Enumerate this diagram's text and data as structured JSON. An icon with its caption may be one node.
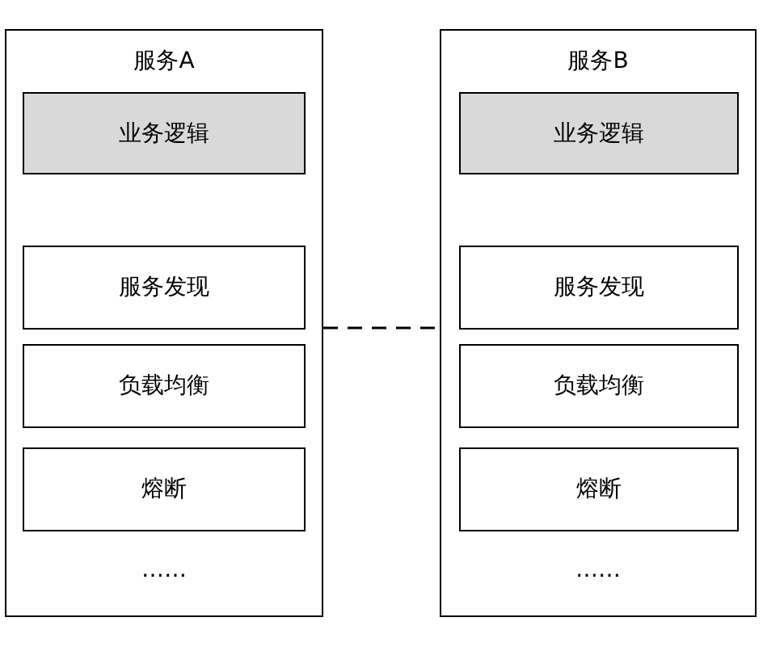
{
  "diagram": {
    "nodes": [
      {
        "text": [
          "服务A",
          "……"
        ]
      },
      {
        "text": [
          "业务逻辑"
        ],
        "in": 0
      },
      {
        "text": [
          "服务发现"
        ],
        "in": 0
      },
      {
        "text": [
          "负载均衡"
        ],
        "in": 0
      },
      {
        "text": [
          "熔断"
        ],
        "in": 0
      },
      {
        "text": [
          "服务B",
          "……"
        ]
      },
      {
        "text": [
          "业务逻辑"
        ],
        "in": 5
      },
      {
        "text": [
          "服务发现"
        ],
        "in": 5
      },
      {
        "text": [
          "负载均衡"
        ],
        "in": 5
      },
      {
        "text": [
          "熔断"
        ],
        "in": 5
      }
    ],
    "edges": [
      {
        "from": 0,
        "to": 5,
        "arrow": "none",
        "style": "dashed"
      }
    ]
  }
}
